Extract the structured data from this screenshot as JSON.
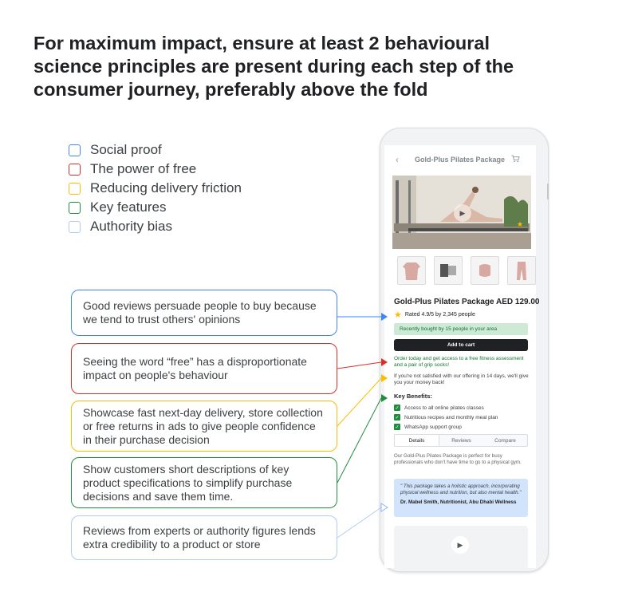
{
  "headline": "For maximum impact, ensure at least 2 behavioural science principles are present during each step of the consumer journey, preferably above the fold",
  "legend": [
    {
      "label": "Social proof",
      "color": "#4285f4"
    },
    {
      "label": "The power of free",
      "color": "#d93025"
    },
    {
      "label": "Reducing delivery friction",
      "color": "#fbbc04"
    },
    {
      "label": "Key features",
      "color": "#1e8e3e"
    },
    {
      "label": "Authority bias",
      "color": "#aecbfa"
    }
  ],
  "callouts": [
    {
      "text": "Good reviews persuade people to buy because we tend to trust others' opinions",
      "color": "#4285f4"
    },
    {
      "text": "Seeing the word “free” has a disproportionate impact on people's behaviour",
      "color": "#d93025"
    },
    {
      "text": "Showcase fast next-day delivery, store collection or free returns in ads to give people confidence in their purchase decision",
      "color": "#fbbc04"
    },
    {
      "text": "Show customers short descriptions of key product specifications to simplify purchase decisions and save them time.",
      "color": "#1e8e3e"
    },
    {
      "text": "Reviews from experts or authority figures lends extra credibility to a product or store",
      "color": "#aecbfa"
    }
  ],
  "phone": {
    "back_icon": "chevron-left-icon",
    "title": "Gold-Plus Pilates Package",
    "cart_icon": "cart-icon",
    "product_name": "Gold-Plus Pilates Package AED 129.00",
    "rating": "Rated 4.9/5 by 2,345 people",
    "recently_bought": "Recently bought by 15 people in your area",
    "add_to_cart": "Add to cart",
    "free_offer": "Order today and get access to a free fitness assessment and a pair of grip socks!",
    "guarantee": "If you're not satisfied with our offering in 14 days, we'll give you your money back!",
    "key_benefits_title": "Key Benefits:",
    "benefits": [
      "Access to all online pilates classes",
      "Nutritious recipes and monthly meal plan",
      "WhatsApp support group"
    ],
    "tabs": [
      "Details",
      "Reviews",
      "Compare"
    ],
    "description": "Our Gold-Plus Pilates Package is perfect for busy professionals who don't have time to go to a physical gym.",
    "quote": "\" This package takes a holistic approach, incorporating physical wellness and nutrition, but also mental health.\"",
    "quote_author": "Dr. Mabel Smith, Nutritionist, Abu Dhabi Wellness"
  }
}
